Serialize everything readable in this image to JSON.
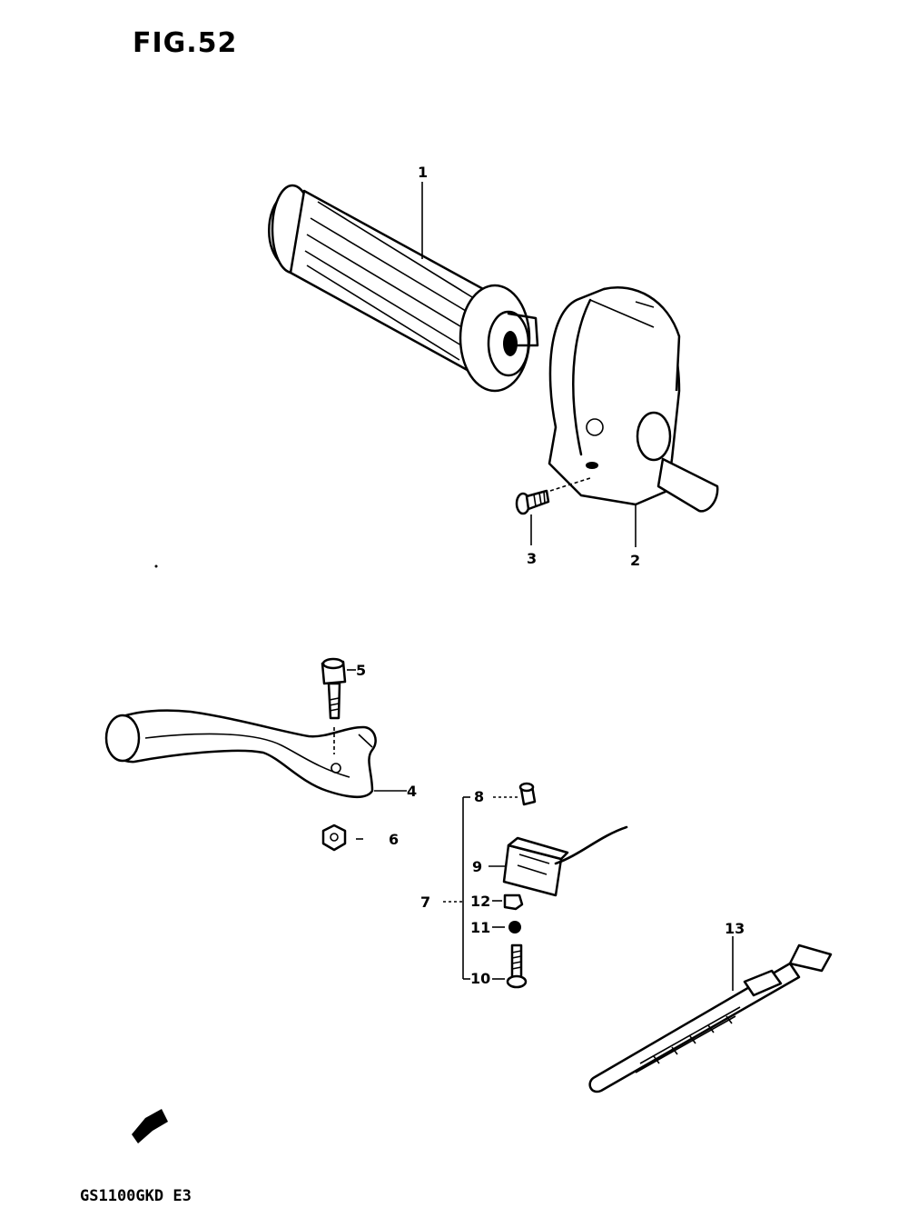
{
  "figure": {
    "title": "FIG.52",
    "model_code": "GS1100GKD E3"
  },
  "callouts": {
    "c1": "1",
    "c2": "2",
    "c3": "3",
    "c4": "4",
    "c5": "5",
    "c6": "6",
    "c7": "7",
    "c8": "8",
    "c9": "9",
    "c10": "10",
    "c11": "11",
    "c12": "12",
    "c13": "13"
  }
}
